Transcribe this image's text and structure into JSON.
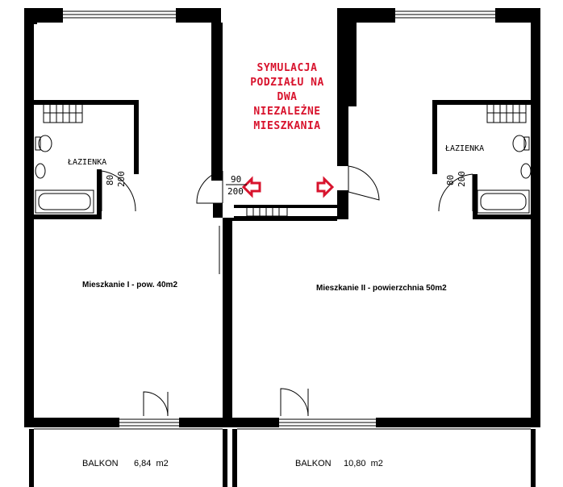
{
  "note": {
    "lines": [
      "SYMULACJA",
      "PODZIAŁU NA",
      "DWA",
      "NIEZALEŻNE",
      "MIESZKANIA"
    ],
    "color": "#d8132d"
  },
  "apartment_1": {
    "label": "Mieszkanie I - pow. 40m2",
    "bathroom_label": "ŁAZIENKA",
    "bathroom_door_width": "80",
    "bathroom_door_height": "200",
    "balcony_label": "BALKON",
    "balcony_area": "6,84  m2"
  },
  "apartment_2": {
    "label": "Mieszkanie II - powierzchnia 50m2",
    "bathroom_label": "ŁAZIENKA",
    "bathroom_door_width": "80",
    "bathroom_door_height": "200",
    "balcony_label": "BALKON",
    "balcony_area": "10,80  m2"
  },
  "entrance_door": {
    "width": "90",
    "height": "200"
  },
  "arrows": {
    "color": "#d8132d",
    "left_direction": "left",
    "right_direction": "right"
  }
}
